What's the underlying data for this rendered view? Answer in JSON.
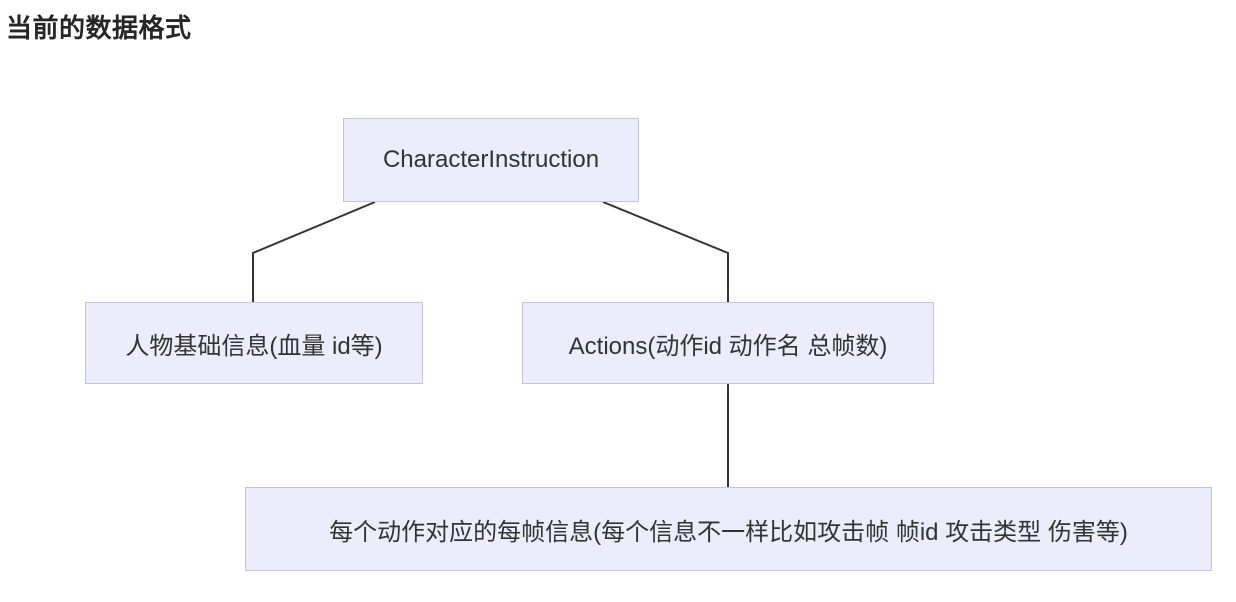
{
  "page": {
    "title": "当前的数据格式"
  },
  "diagram": {
    "type": "tree-flowchart",
    "nodes": [
      {
        "id": "root",
        "label": "CharacterInstruction"
      },
      {
        "id": "basic",
        "label": "人物基础信息(血量 id等)"
      },
      {
        "id": "actions",
        "label": "Actions(动作id 动作名 总帧数)"
      },
      {
        "id": "frames",
        "label": "每个动作对应的每帧信息(每个信息不一样比如攻击帧 帧id 攻击类型 伤害等)"
      }
    ],
    "edges": [
      {
        "from": "root",
        "to": "basic"
      },
      {
        "from": "root",
        "to": "actions"
      },
      {
        "from": "actions",
        "to": "frames"
      }
    ],
    "colors": {
      "node_fill": "#ECECFA",
      "node_border": "#C4C2DF",
      "edge": "#333333",
      "text": "#333333"
    }
  }
}
